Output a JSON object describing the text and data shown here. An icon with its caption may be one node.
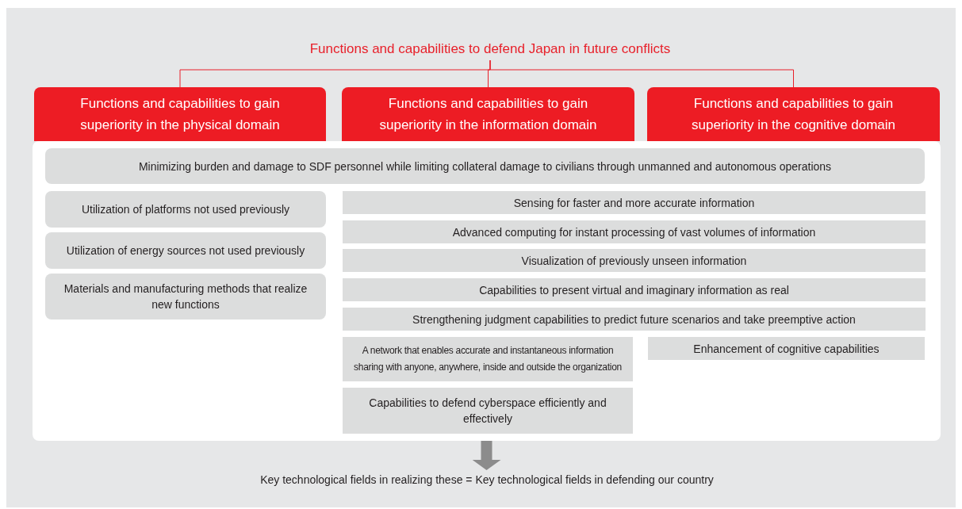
{
  "diagram": {
    "nodes": [
      {
        "text": [
          "Functions and capabilities to defend Japan in future conflicts"
        ]
      },
      {
        "text": [
          "Functions and capabilities to gain superiority in the physical domain"
        ]
      },
      {
        "text": [
          "Functions and capabilities to gain superiority in the information domain"
        ]
      },
      {
        "text": [
          "Functions and capabilities to gain superiority in the cognitive domain"
        ]
      },
      {
        "text": [],
        "shape": "box"
      },
      {
        "text": [
          "Minimizing burden and damage to SDF personnel while limiting collateral damage to civilians through unmanned and autonomous operations"
        ],
        "in": 4
      },
      {
        "text": [
          "Utilization of platforms not used previously"
        ],
        "in": 4
      },
      {
        "text": [
          "Utilization of energy sources not used previously"
        ],
        "in": 4
      },
      {
        "text": [
          "Materials and manufacturing methods that realize new functions"
        ],
        "in": 4
      },
      {
        "text": [
          "Sensing for faster and more accurate information"
        ],
        "in": 4
      },
      {
        "text": [
          "Advanced computing for instant processing of vast volumes of information"
        ],
        "in": 4
      },
      {
        "text": [
          "Visualization of previously unseen information"
        ],
        "in": 4
      },
      {
        "text": [
          "Capabilities to present virtual and imaginary information as real"
        ],
        "in": 4
      },
      {
        "text": [
          "Strengthening judgment capabilities to predict future scenarios and take preemptive action"
        ],
        "in": 4
      },
      {
        "text": [
          "A network that enables accurate and instantaneous information sharing with anyone, anywhere, inside and outside the organization"
        ],
        "in": 4
      },
      {
        "text": [
          "Enhancement of cognitive capabilities"
        ],
        "in": 4
      },
      {
        "text": [
          "Capabilities to defend cyberspace efficiently and effectively"
        ],
        "in": 4
      },
      {
        "text": [
          "Key technological fields in realizing these = Key technological fields in defending our country"
        ]
      }
    ],
    "edges": [
      {
        "from": 0,
        "to": 1,
        "arrow": "none"
      },
      {
        "from": 0,
        "to": 2,
        "arrow": "none"
      },
      {
        "from": 0,
        "to": 3,
        "arrow": "none"
      },
      {
        "from": 4,
        "to": 17,
        "arrow": "to",
        "style": "thick",
        "color": "#8c8c8c"
      }
    ]
  }
}
